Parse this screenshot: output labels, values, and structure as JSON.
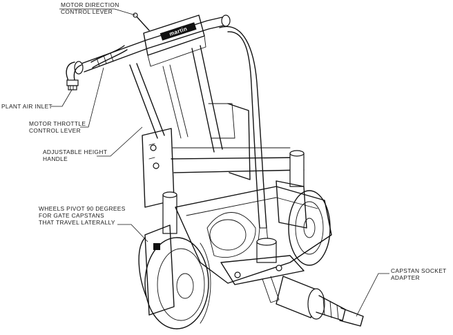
{
  "callouts": {
    "motor_direction_line1": "MOTOR DIRECTION",
    "motor_direction_line2": "CONTROL LEVER",
    "plant_air_inlet": "PLANT AIR INLET",
    "motor_throttle_line1": "MOTOR THROTTLE",
    "motor_throttle_line2": "CONTROL LEVER",
    "adjustable_height_line1": "ADJUSTABLE HEIGHT",
    "adjustable_height_line2": "HANDLE",
    "wheels_pivot_line1": "WHEELS PIVOT 90 DEGREES",
    "wheels_pivot_line2": "FOR GATE CAPSTANS",
    "wheels_pivot_line3": "THAT TRAVEL LATERALLY",
    "capstan_socket_line1": "CAPSTAN SOCKET",
    "capstan_socket_line2": "ADAPTER"
  },
  "logo": {
    "brand_text": "martin"
  },
  "colors": {
    "ink": "#111111",
    "background": "#ffffff"
  },
  "icons": [
    "machine-drawing",
    "martin-logo-badge"
  ]
}
